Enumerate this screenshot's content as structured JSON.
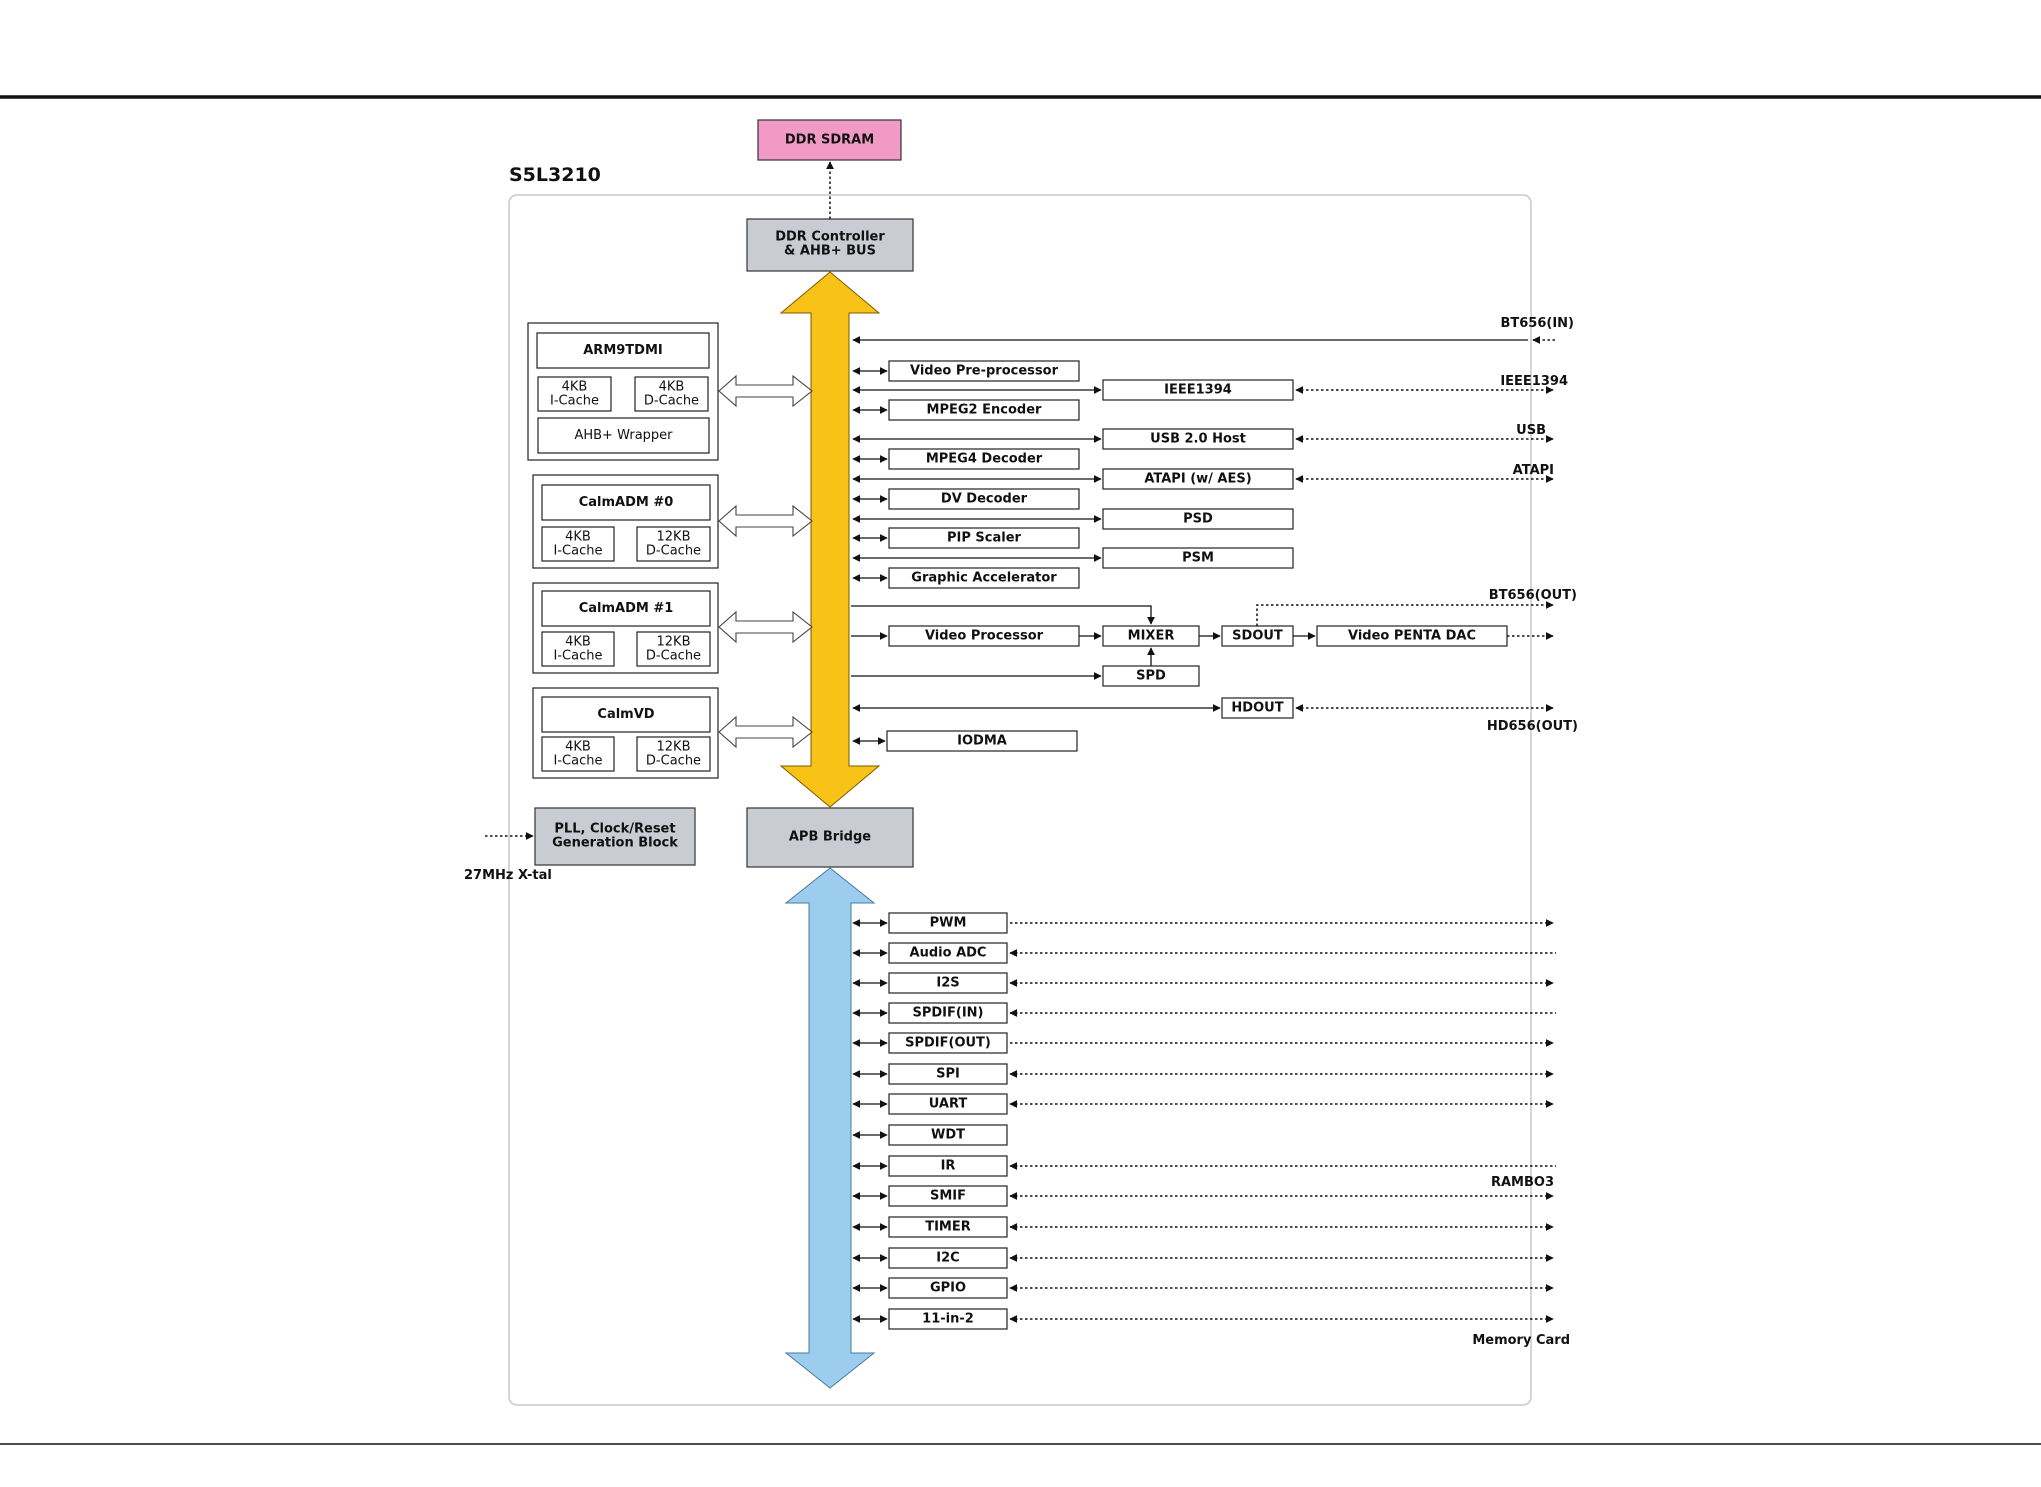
{
  "chip_title": "S5L3210",
  "ddr_sdram": "DDR SDRAM",
  "ddr_controller": [
    "DDR Controller",
    "& AHB+ BUS"
  ],
  "apb_bridge": "APB Bridge",
  "pll": {
    "lines": [
      "PLL, Clock/Reset",
      "Generation Block"
    ],
    "input_label": "27MHz X-tal"
  },
  "cpus": [
    {
      "name": "ARM9TDMI",
      "icache": [
        "4KB",
        "I-Cache"
      ],
      "dcache": [
        "4KB",
        "D-Cache"
      ],
      "wrapper": "AHB+ Wrapper"
    },
    {
      "name": "CalmADM #0",
      "icache": [
        "4KB",
        "I-Cache"
      ],
      "dcache": [
        "12KB",
        "D-Cache"
      ]
    },
    {
      "name": "CalmADM #1",
      "icache": [
        "4KB",
        "I-Cache"
      ],
      "dcache": [
        "12KB",
        "D-Cache"
      ]
    },
    {
      "name": "CalmVD",
      "icache": [
        "4KB",
        "I-Cache"
      ],
      "dcache": [
        "12KB",
        "D-Cache"
      ]
    }
  ],
  "ahb_blocks": [
    {
      "label": "Video Pre-processor"
    },
    {
      "label": "IEEE1394",
      "external": "IEEE1394"
    },
    {
      "label": "MPEG2 Encoder"
    },
    {
      "label": "USB 2.0 Host",
      "external": "USB"
    },
    {
      "label": "MPEG4 Decoder"
    },
    {
      "label": "ATAPI (w/ AES)",
      "external": "ATAPI"
    },
    {
      "label": "DV Decoder"
    },
    {
      "label": "PSD"
    },
    {
      "label": "PIP Scaler"
    },
    {
      "label": "PSM"
    },
    {
      "label": "Graphic Accelerator"
    }
  ],
  "video_path": {
    "video_processor": "Video Processor",
    "mixer": "MIXER",
    "sdout": "SDOUT",
    "dac": "Video PENTA DAC",
    "spd": "SPD",
    "hdout": "HDOUT",
    "iodma": "IODMA"
  },
  "external_labels": {
    "bt656_in": "BT656(IN)",
    "bt656_out": "BT656(OUT)",
    "hd656_out": "HD656(OUT)",
    "rambo3": "RAMBO3",
    "memory_card": "Memory Card"
  },
  "apb_peripherals": [
    "PWM",
    "Audio ADC",
    "I2S",
    "SPDIF(IN)",
    "SPDIF(OUT)",
    "SPI",
    "UART",
    "WDT",
    "IR",
    "SMIF",
    "TIMER",
    "I2C",
    "GPIO",
    "11-in-2"
  ],
  "colors": {
    "ahb_bus": "#f8c316",
    "apb_bus": "#9ccdee",
    "ddr_sdram": "#f19ac6",
    "gray_block": "#c9ccd3"
  }
}
